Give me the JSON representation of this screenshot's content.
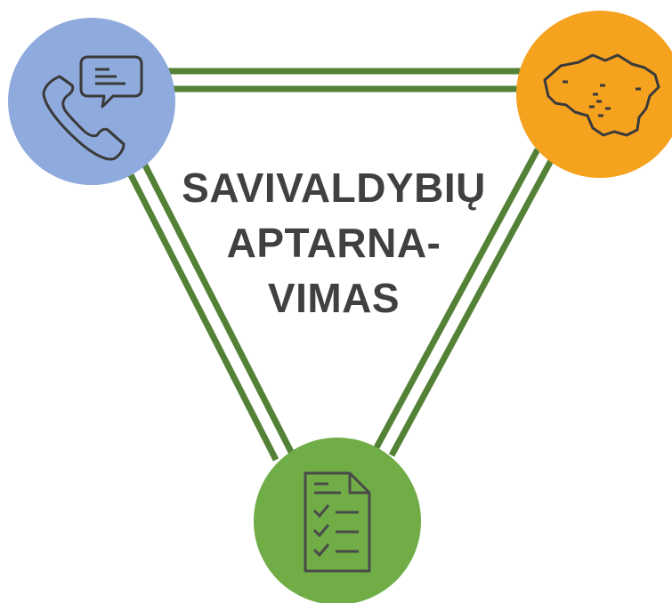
{
  "title_lines": [
    "SAVIVALDYBIŲ",
    "APTARNA-",
    "VIMAS"
  ],
  "nodes": [
    {
      "name": "contact",
      "icon": "phone-chat-icon",
      "color": "#8FAADC"
    },
    {
      "name": "map",
      "icon": "lithuania-map-icon",
      "color": "#F5A21F"
    },
    {
      "name": "docs",
      "icon": "checklist-document-icon",
      "color": "#70AD47"
    }
  ],
  "colors": {
    "link": "#538135",
    "title": "#404040",
    "icon_stroke": "#3A3A3A",
    "docs_icon_stroke": "#4A4A4A"
  }
}
